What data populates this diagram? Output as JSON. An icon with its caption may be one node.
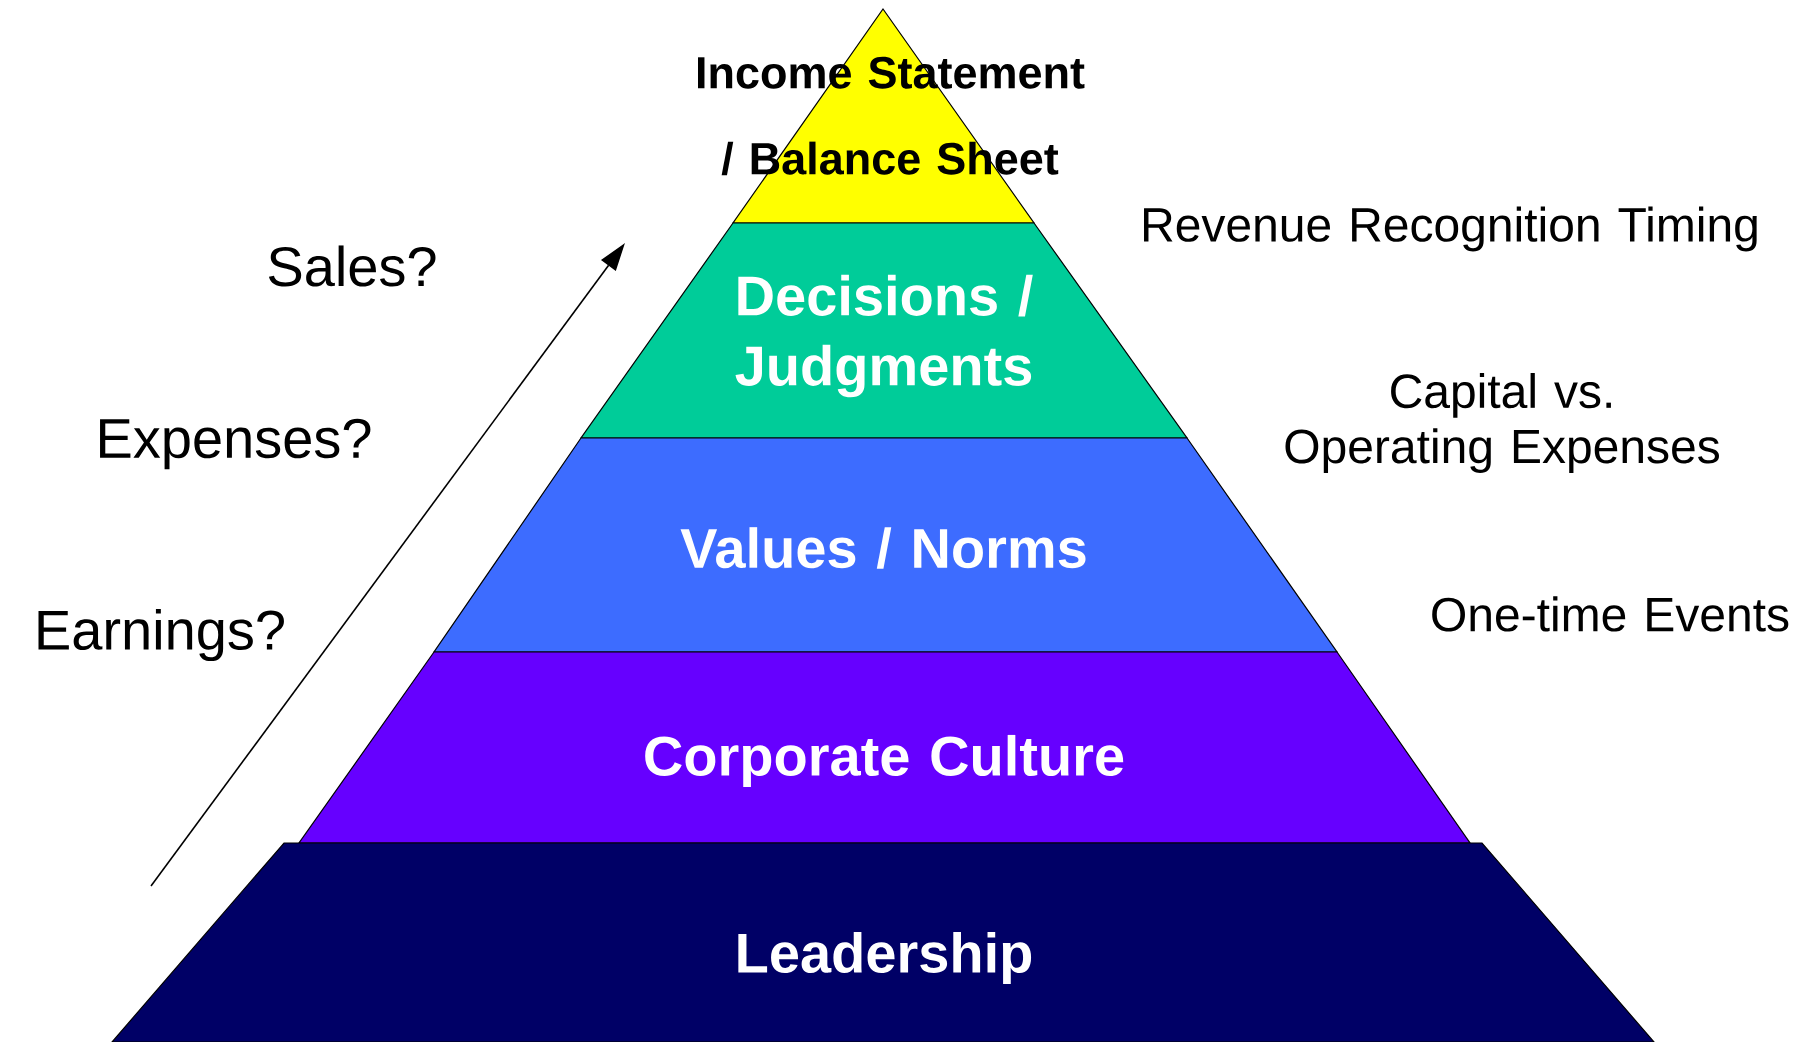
{
  "diagram": {
    "nodes": [
      {
        "text": [
          "Income Statement / Balance Sheet"
        ]
      },
      {
        "text": [
          "Decisions / Judgments"
        ]
      },
      {
        "text": [
          "Values / Norms"
        ]
      },
      {
        "text": [
          "Corporate Culture"
        ]
      },
      {
        "text": [
          "Leadership"
        ]
      }
    ],
    "labels": [
      "Sales?",
      "Revenue Recognition Timing",
      "Expenses?",
      "Capital vs. Operating Expenses",
      "Earnings?",
      "One-time Events"
    ]
  }
}
